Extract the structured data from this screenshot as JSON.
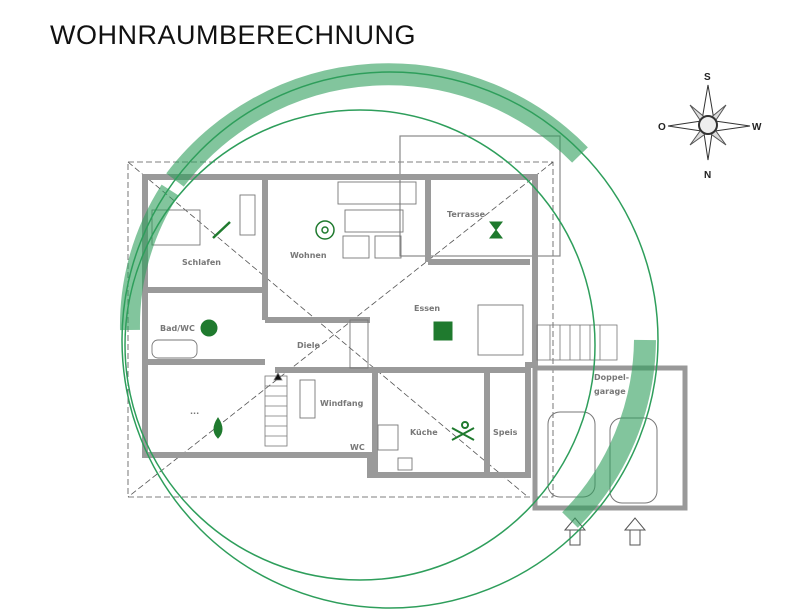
{
  "title": "WOHNRAUMBERECHNUNG",
  "compass": {
    "south": "S",
    "east": "O",
    "west": "W",
    "north": "N"
  },
  "rooms": {
    "schlafen": "Schlafen",
    "wohnen": "Wohnen",
    "terrasse": "Terrasse",
    "bad": "Bad/WC",
    "essen": "Essen",
    "diele": "Diele",
    "windfang": "Windfang",
    "wc": "WC",
    "kueche": "Küche",
    "speis": "Speis",
    "garage1": "Doppel-",
    "garage2": "garage",
    "unnamed": "..."
  },
  "colors": {
    "accent": "#2e9e5b",
    "wall": "#9a9a9a",
    "symbol": "#1f7a2e"
  }
}
